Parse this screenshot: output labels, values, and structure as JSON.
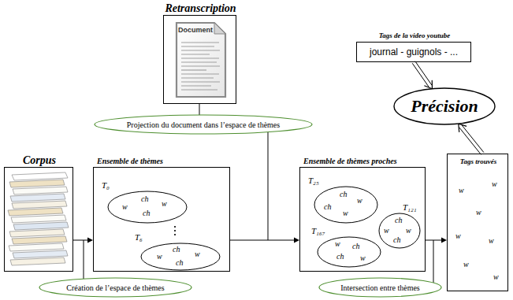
{
  "diagram": {
    "nodes": [
      {
        "text": [
          "Retranscription"
        ]
      },
      {
        "text": [
          "Projection du document dans l’espace de thèmes"
        ]
      },
      {
        "text": [
          "Tags de la video youtube",
          "journal - guignols - ..."
        ]
      },
      {
        "text": [
          "Précision"
        ]
      },
      {
        "text": [
          "Corpus"
        ]
      },
      {
        "text": [
          "Ensemble de thèmes"
        ]
      },
      {
        "text": [
          "T₀",
          "ch",
          "w",
          "w",
          "ch"
        ],
        "in": 5
      },
      {
        "text": [
          "T₆",
          "ch",
          "w",
          "w",
          "ch"
        ],
        "in": 5
      },
      {
        "text": [
          "Ensemble de thèmes proches"
        ]
      },
      {
        "text": [
          "T₂₅",
          "ch",
          "w",
          "ch",
          "w"
        ],
        "in": 8
      },
      {
        "text": [
          "T₁₂₁",
          "ch",
          "w",
          "w",
          "ch"
        ],
        "in": 8
      },
      {
        "text": [
          "T₁₆₇",
          "w",
          "ch",
          "ch",
          "w"
        ],
        "in": 8
      },
      {
        "text": [
          "Tags trouvés",
          "w",
          "w",
          "w",
          "w",
          "w",
          "w",
          "w"
        ]
      },
      {
        "text": [
          "Création de l’espace de thèmes"
        ]
      },
      {
        "text": [
          "Intersection entre thèmes"
        ]
      }
    ],
    "edges": [
      {
        "from": 4,
        "to": 5,
        "arrow": "to"
      },
      {
        "from": 5,
        "to": 8,
        "arrow": "to"
      },
      {
        "from": 8,
        "to": 12,
        "arrow": "to"
      },
      {
        "from": 0,
        "to": 1,
        "arrow": "none"
      },
      {
        "from": 2,
        "to": 3,
        "arrow": "to"
      },
      {
        "from": 12,
        "to": 3,
        "arrow": "to"
      }
    ],
    "labels": [
      "Document"
    ]
  }
}
